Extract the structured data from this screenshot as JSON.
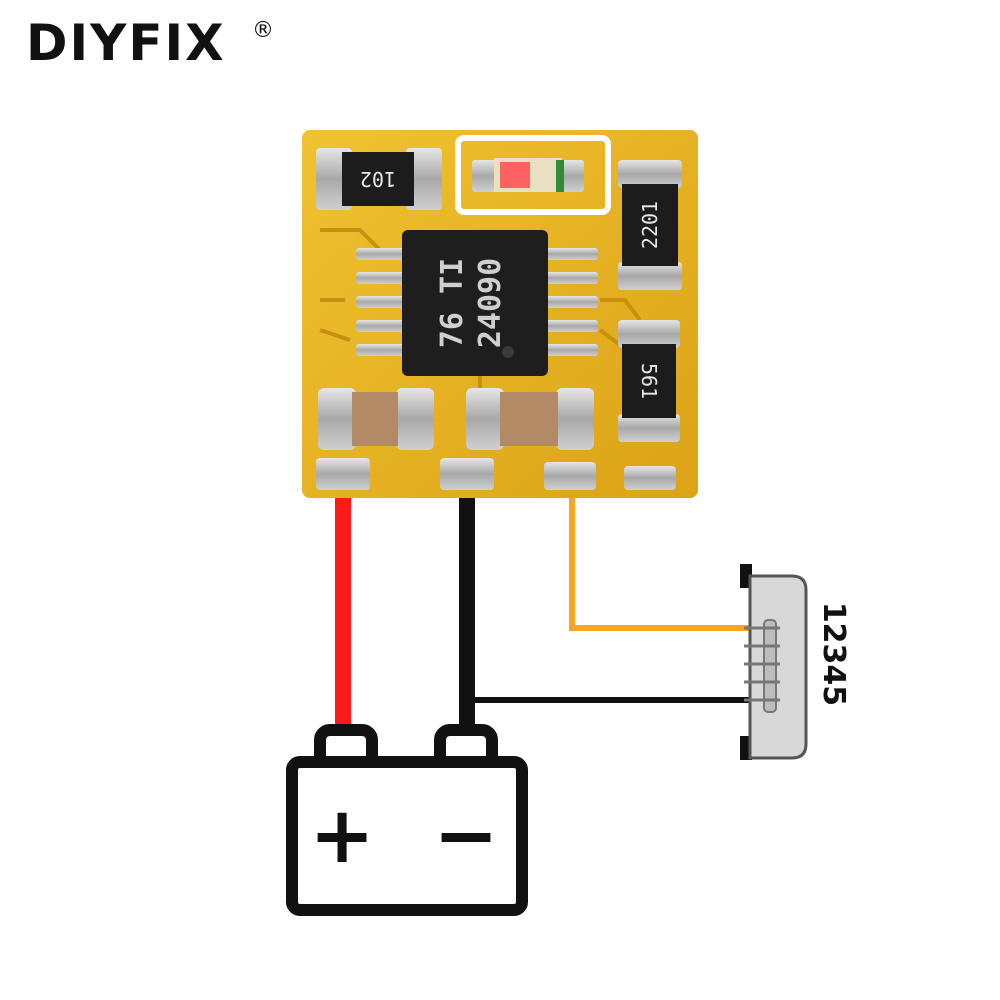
{
  "brand": {
    "name": "DIYFIX",
    "registered_mark": "®"
  },
  "module": {
    "ic_marking_line1": "76 TI",
    "ic_marking_line2": "24090",
    "resistor_top_left": "102",
    "resistor_right_top": "2201",
    "resistor_right_bottom": "561"
  },
  "connector": {
    "pin_numbers": "12345"
  },
  "battery": {
    "positive_symbol": "+",
    "negative_symbol": "−"
  },
  "colors": {
    "pcb": "#e8b420",
    "positive_wire": "#ff1a1a",
    "negative_wire": "#111111",
    "signal_wire": "#f5a623",
    "ic_body": "#1e1e1e",
    "pad": "#b5b5b5"
  }
}
